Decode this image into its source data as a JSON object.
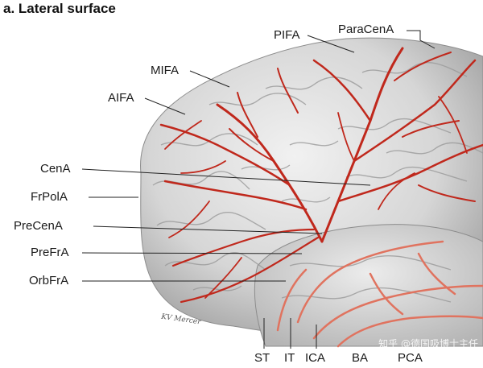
{
  "figure": {
    "title": "a. Lateral surface",
    "colors": {
      "cortex": "#d9d9d9",
      "cortex_shadow": "#a9a9a9",
      "artery": "#c0281c",
      "temporal_artery": "#e0735f",
      "leader_line": "#222222"
    }
  },
  "labels": {
    "pifa": "PIFA",
    "paracena": "ParaCenA",
    "mifa": "MIFA",
    "aifa": "AIFA",
    "cena": "CenA",
    "frpola": "FrPolA",
    "precena": "PreCenA",
    "prefra": "PreFrA",
    "orbfra": "OrbFrA",
    "st": "ST",
    "it": "IT",
    "ica": "ICA",
    "ba": "BA",
    "pca": "PCA"
  },
  "watermark": "知乎 @德国吸博士主任",
  "signature": "KV Mercer"
}
